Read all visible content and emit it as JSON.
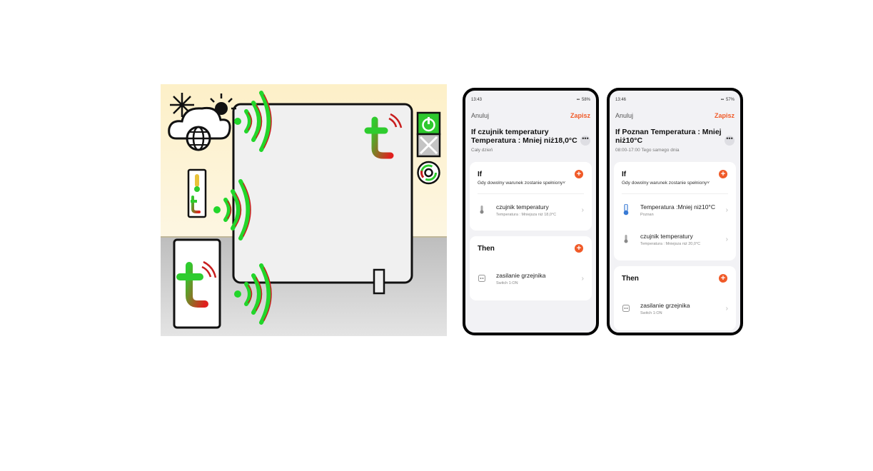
{
  "illustration": {
    "colors": {
      "wall": "#fdf1cc",
      "floor": "#c9c9c9",
      "heater": "#efefef",
      "wifi_green": "#22d62a",
      "wifi_red": "#c81e1e",
      "power": "#2ec92e"
    },
    "icons": [
      "snowflake-icon",
      "sun-icon",
      "cloud-icon",
      "globe-icon",
      "thermometer-icon",
      "tuya-logo",
      "power-icon",
      "off-icon",
      "dial-icon",
      "wifi-icon"
    ]
  },
  "phone1": {
    "status_time": "13:43",
    "status_battery": "58%",
    "cancel": "Anuluj",
    "save": "Zapisz",
    "title": "If czujnik temperatury Temperatura : Mniej niż18,0°C",
    "subtitle": "Cały dzień",
    "more": "•••",
    "if_header": "If",
    "if_condition": "Gdy dowolny warunek zostanie spełniony˅",
    "if_rows": [
      {
        "name": "czujnik temperatury",
        "detail": "Temperatura : Mniejsza niż 18,0°C",
        "icon": "thermometer-icon"
      }
    ],
    "then_header": "Then",
    "then_rows": [
      {
        "name": "zasilanie grzejnika",
        "detail": "Switch 1:ON",
        "icon": "socket-icon"
      }
    ]
  },
  "phone2": {
    "status_time": "13:46",
    "status_battery": "57%",
    "cancel": "Anuluj",
    "save": "Zapisz",
    "title": "If Poznan Temperatura : Mniej niż10°C",
    "subtitle": "08:00-17:00 Tego samego dnia",
    "more": "•••",
    "if_header": "If",
    "if_condition": "Gdy dowolny warunek zostanie spełniony˅",
    "if_rows": [
      {
        "name": "Temperatura :Mniej niż10°C",
        "detail": "Poznan",
        "icon": "weather-thermometer-icon"
      },
      {
        "name": "czujnik temperatury",
        "detail": "Temperatura : Mniejsza niż 20,0°C",
        "icon": "thermometer-icon"
      }
    ],
    "then_header": "Then",
    "then_rows": [
      {
        "name": "zasilanie grzejnika",
        "detail": "Switch 1:ON",
        "icon": "socket-icon"
      }
    ]
  }
}
